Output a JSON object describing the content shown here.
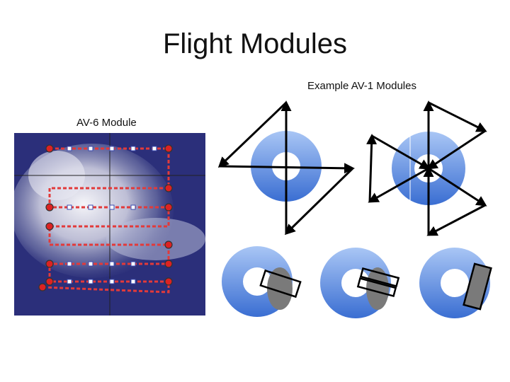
{
  "title": "Flight Modules",
  "av1": {
    "label": "Example AV-1 Modules"
  },
  "av6": {
    "label": "AV-6 Module"
  },
  "colors": {
    "ring_outer": "#8fb4ee",
    "ring_inner": "#3f73d4",
    "arrow": "#000000",
    "storm_bg": "#2b2f7a",
    "flight_path": "#e23a3a",
    "overlay_gray": "#7a7a7a"
  }
}
